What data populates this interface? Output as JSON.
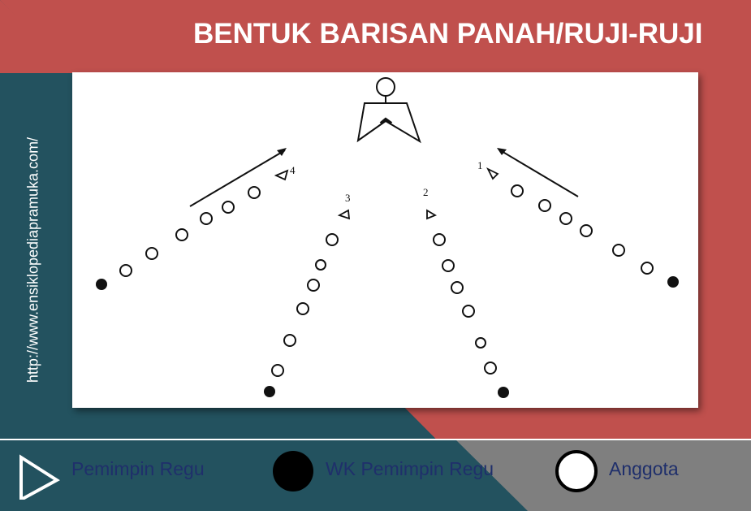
{
  "title": "BENTUK BARISAN PANAH/RUJI-RUJI",
  "website": "http://www.ensiklopediapramuka.com/",
  "colors": {
    "red": "#c0504d",
    "teal": "#23525f",
    "gray": "#7f7f7f",
    "label_blue": "#1f2f6b"
  },
  "diagram": {
    "leader_figure": "pembina-figure",
    "line_numbers": [
      "4",
      "3",
      "2",
      "1"
    ]
  },
  "legend": {
    "leader": {
      "icon": "triangle-outline-icon",
      "label": "Pemimpin Regu"
    },
    "deputy": {
      "icon": "filled-circle-icon",
      "label": "WK Pemimpin Regu"
    },
    "member": {
      "icon": "open-circle-icon",
      "label": "Anggota"
    }
  }
}
